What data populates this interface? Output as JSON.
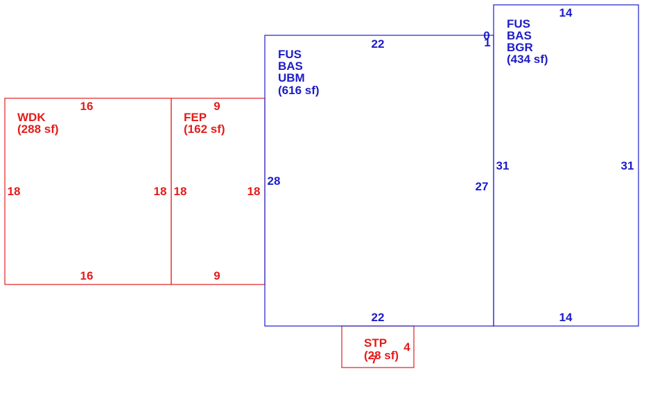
{
  "colors": {
    "red": "#e31b1b",
    "blue": "#1c1cc8"
  },
  "areas": {
    "wdk": {
      "code": "WDK",
      "sf": "(288 sf)",
      "top": "16",
      "bottom": "16",
      "left": "18",
      "right": "18"
    },
    "fep": {
      "code": "FEP",
      "sf": "(162 sf)",
      "top": "9",
      "bottom": "9",
      "left": "18",
      "right": "18"
    },
    "ubm": {
      "line1": "FUS",
      "line2": "BAS",
      "line3": "UBM",
      "sf": "(616 sf)",
      "top": "22",
      "bottom": "22",
      "left": "28",
      "right": "27",
      "notch_a": "0",
      "notch_b": "1"
    },
    "bgr": {
      "line1": "FUS",
      "line2": "BAS",
      "line3": "BGR",
      "sf": "(434 sf)",
      "top": "14",
      "bottom": "14",
      "left": "31",
      "right": "31"
    },
    "stp": {
      "code": "STP",
      "sf": "(28 sf)",
      "side": "4",
      "bottom": "7"
    }
  }
}
